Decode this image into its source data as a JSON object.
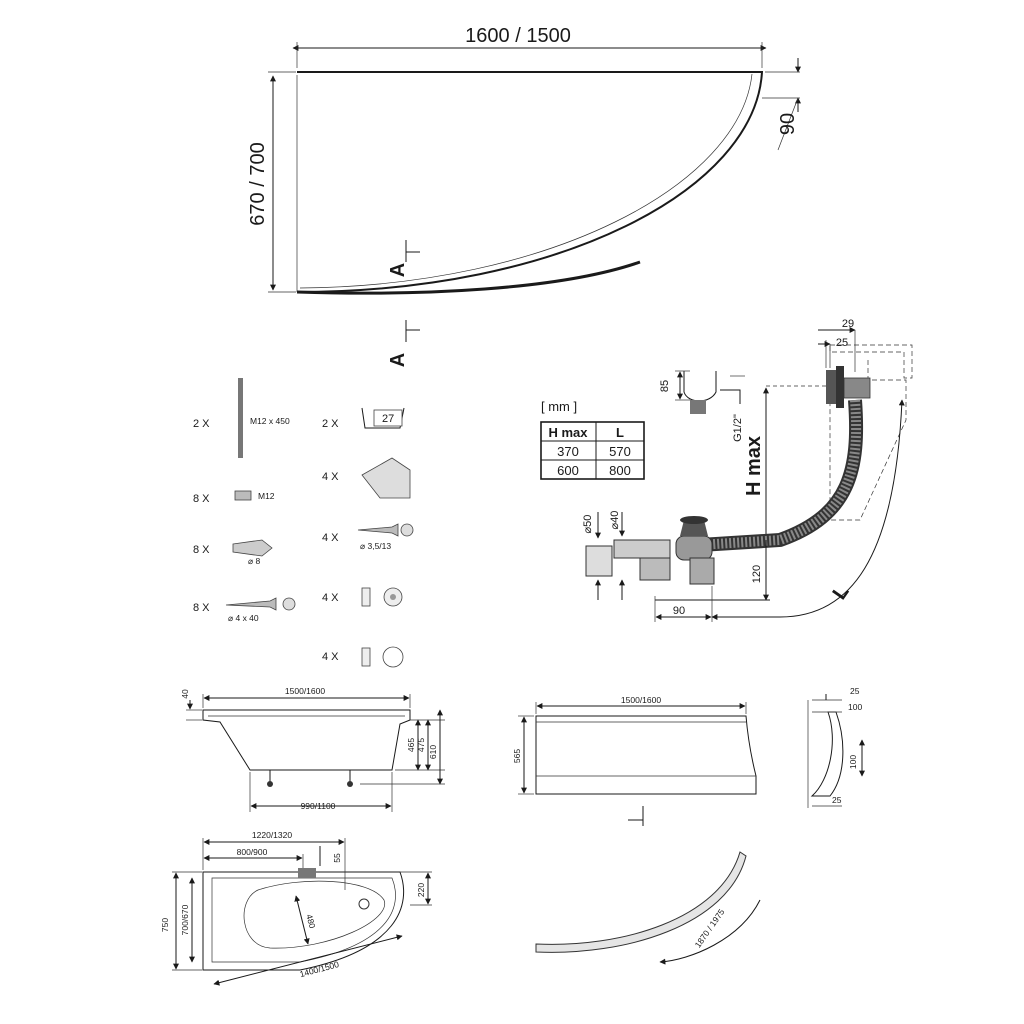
{
  "top_plan": {
    "width_label": "1600 / 1500",
    "height_label": "670 / 700",
    "offset_label": "90",
    "section_mark": "A"
  },
  "accessories": [
    {
      "qty": "2 X",
      "label": "M12 x 450"
    },
    {
      "qty": "8 X",
      "label": "M12"
    },
    {
      "qty": "8 X",
      "label": "⌀ 8"
    },
    {
      "qty": "8 X",
      "label": "⌀ 4 x 40"
    },
    {
      "qty": "2 X",
      "label": "27"
    },
    {
      "qty": "4 X",
      "label": ""
    },
    {
      "qty": "4 X",
      "label": "⌀ 3,5/13"
    },
    {
      "qty": "4 X",
      "label": ""
    },
    {
      "qty": "4 X",
      "label": ""
    }
  ],
  "drain_table": {
    "unit": "[ mm ]",
    "headers": [
      "H max",
      "L"
    ],
    "rows": [
      [
        "370",
        "570"
      ],
      [
        "600",
        "800"
      ]
    ]
  },
  "drain_labels": {
    "h_max": "H max",
    "l": "L",
    "d29": "29",
    "d25": "25",
    "d85": "85",
    "g12": "G1/2\"",
    "d50": "⌀50",
    "d40": "⌀40",
    "d120": "120",
    "d90": "90"
  },
  "side_view": {
    "width": "1500/1600",
    "rim": "40",
    "h1": "465",
    "h2": "475",
    "h3": "610",
    "base": "990/1100"
  },
  "panel_front": {
    "width": "1500/1600",
    "height": "565"
  },
  "panel_profile": {
    "a": "25",
    "b": "100",
    "c": "100",
    "d": "25"
  },
  "bath_plan": {
    "top": "1220/1320",
    "inner": "800/900",
    "d55": "55",
    "d220": "220",
    "h750": "750",
    "h700": "700/670",
    "depth": "480",
    "bottom": "1400/1500"
  },
  "curved_panel": {
    "length": "1870 / 1975"
  }
}
